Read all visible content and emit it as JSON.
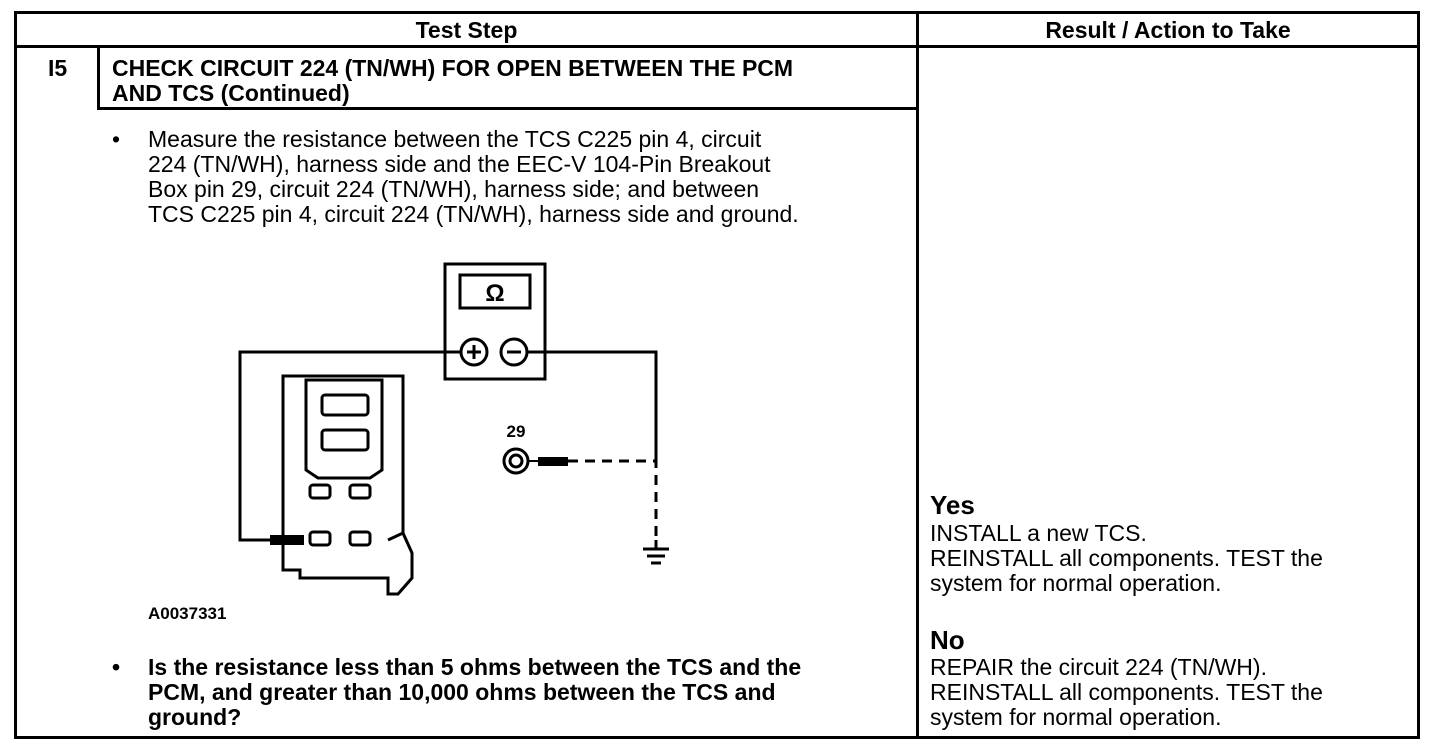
{
  "header": {
    "test_step": "Test Step",
    "result": "Result / Action to Take"
  },
  "step": {
    "id": "I5",
    "title_line1": "CHECK CIRCUIT 224 (TN/WH) FOR OPEN BETWEEN THE PCM",
    "title_line2": "AND TCS (Continued)"
  },
  "instructions": {
    "measure_bullet": "•",
    "measure_lines": [
      "Measure the resistance between the TCS C225 pin 4, circuit",
      "224 (TN/WH), harness side and the EEC-V 104-Pin Breakout",
      "Box pin 29, circuit 224 (TN/WH), harness side; and between",
      "TCS C225 pin 4, circuit 224 (TN/WH), harness side and ground."
    ],
    "question_bullet": "•",
    "question_lines": [
      "Is the resistance less than 5 ohms between the TCS and the",
      "PCM, and greater than 10,000 ohms between the TCS and",
      "ground?"
    ]
  },
  "diagram": {
    "meter_symbol": "Ω",
    "pin_label": "29",
    "figure_id": "A0037331"
  },
  "results": {
    "yes_heading": "Yes",
    "yes_lines": [
      "INSTALL a new TCS.",
      "REINSTALL all components. TEST the",
      "system for normal operation."
    ],
    "no_heading": "No",
    "no_lines": [
      "REPAIR the circuit 224 (TN/WH).",
      "REINSTALL all components. TEST the",
      "system for normal operation."
    ]
  }
}
